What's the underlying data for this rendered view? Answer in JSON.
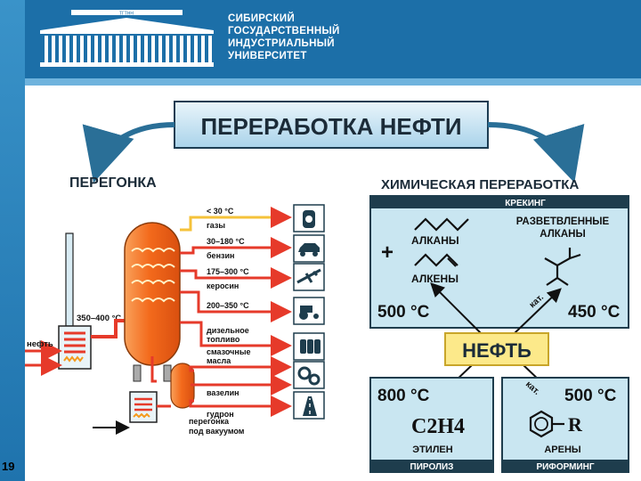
{
  "header": {
    "logo_caption": "ТГТНН",
    "university_lines": [
      "СИБИРСКИЙ",
      "ГОСУДАРСТВЕННЫЙ",
      "ИНДУСТРИАЛЬНЫЙ",
      "УНИВЕРСИТЕТ"
    ]
  },
  "title": "ПЕРЕРАБОТКА НЕФТИ",
  "distillation": {
    "heading": "ПЕРЕГОНКА",
    "furnace_temp": "350–400 °С",
    "input_label": "нефть",
    "vacuum_label_1": "перегонка",
    "vacuum_label_2": "под вакуумом",
    "fractions": [
      {
        "temp": "< 30 °С",
        "name": "газы"
      },
      {
        "temp": "30–180 °С",
        "name": "бензин"
      },
      {
        "temp": "175–300 °С",
        "name": "керосин"
      },
      {
        "temp": "200–350 °С",
        "name": ""
      },
      {
        "temp": "",
        "name": "дизельное топливо"
      },
      {
        "temp": "",
        "name": "смазочные масла"
      },
      {
        "temp": "",
        "name": "вазелин"
      },
      {
        "temp": "",
        "name": "гудрон"
      }
    ],
    "fraction_name_lines": {
      "diesel": [
        "дизельное",
        "топливо"
      ],
      "oils": [
        "смазочные",
        "масла"
      ]
    }
  },
  "chemical": {
    "heading": "ХИМИЧЕСКАЯ ПЕРЕРАБОТКА",
    "cracking": "КРЕКИНГ",
    "alkanes": "АЛКАНЫ",
    "alkenes": "АЛКЕНЫ",
    "plus": "+",
    "branched_1": "РАЗВЕТВЛЕННЫЕ",
    "branched_2": "АЛКАНЫ",
    "temp_left": "500 °С",
    "temp_right": "450 °С",
    "cat_label": "кат.",
    "center": "НЕФТЬ",
    "temp_bottom_left": "800 °С",
    "temp_bottom_right": "500 °С",
    "ethylene_formula": "C2H4",
    "ethylene": "ЭТИЛЕН",
    "arene_r": "R",
    "arenes": "АРЕНЫ",
    "pyrolysis": "ПИРОЛИЗ",
    "reforming": "РИФОРМИНГ"
  },
  "slide_number": "19",
  "colors": {
    "header_blue": "#1c6fa8",
    "panel_blue": "#c9e6f1",
    "panel_dark": "#1e3d4d",
    "column_orange": "#f36a1c",
    "arrow_red": "#e63a2a",
    "pipe_yellow": "#f5c23a",
    "center_yellow": "#fce98a"
  }
}
